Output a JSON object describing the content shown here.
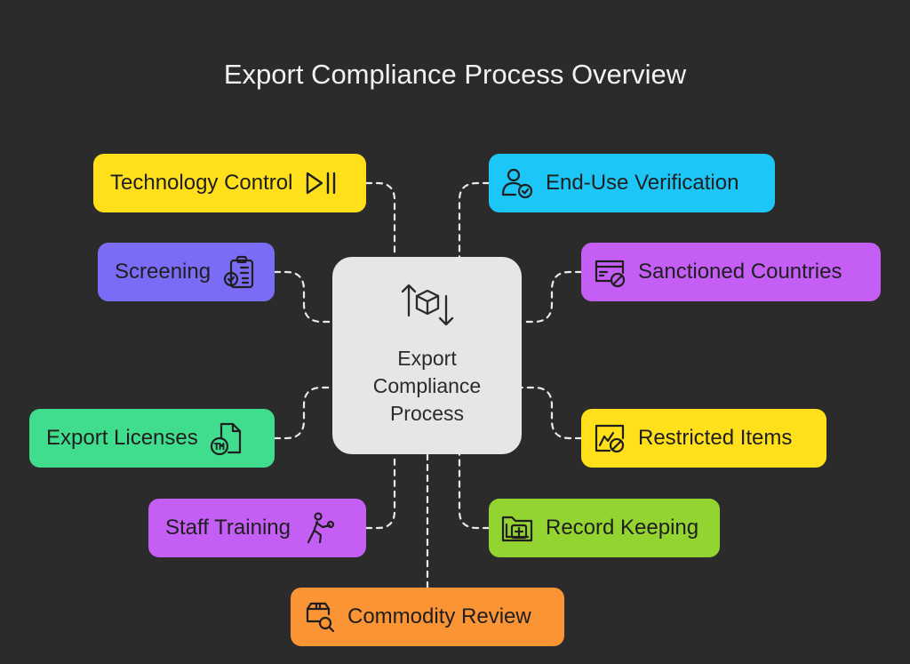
{
  "title": "Export Compliance Process Overview",
  "center": {
    "label": "Export\nCompliance\nProcess",
    "icon": "box-arrows-icon"
  },
  "nodes": {
    "technology_control": {
      "label": "Technology Control",
      "icon": "play-pause-icon",
      "color": "#ffe01a"
    },
    "screening": {
      "label": "Screening",
      "icon": "clipboard-check-icon",
      "color": "#7b6cf6"
    },
    "export_licenses": {
      "label": "Export Licenses",
      "icon": "trademark-document-icon",
      "color": "#40dd8e"
    },
    "staff_training": {
      "label": "Staff Training",
      "icon": "person-training-icon",
      "color": "#c45ef5"
    },
    "commodity_review": {
      "label": "Commodity Review",
      "icon": "package-search-icon",
      "color": "#fb9435"
    },
    "end_use_verification": {
      "label": "End-Use Verification",
      "icon": "user-check-icon",
      "color": "#1cc7f8"
    },
    "sanctioned_countries": {
      "label": "Sanctioned Countries",
      "icon": "card-blocked-icon",
      "color": "#c45ef5"
    },
    "restricted_items": {
      "label": "Restricted Items",
      "icon": "chart-blocked-icon",
      "color": "#ffe01a"
    },
    "record_keeping": {
      "label": "Record Keeping",
      "icon": "folder-plus-icon",
      "color": "#94d430"
    }
  }
}
